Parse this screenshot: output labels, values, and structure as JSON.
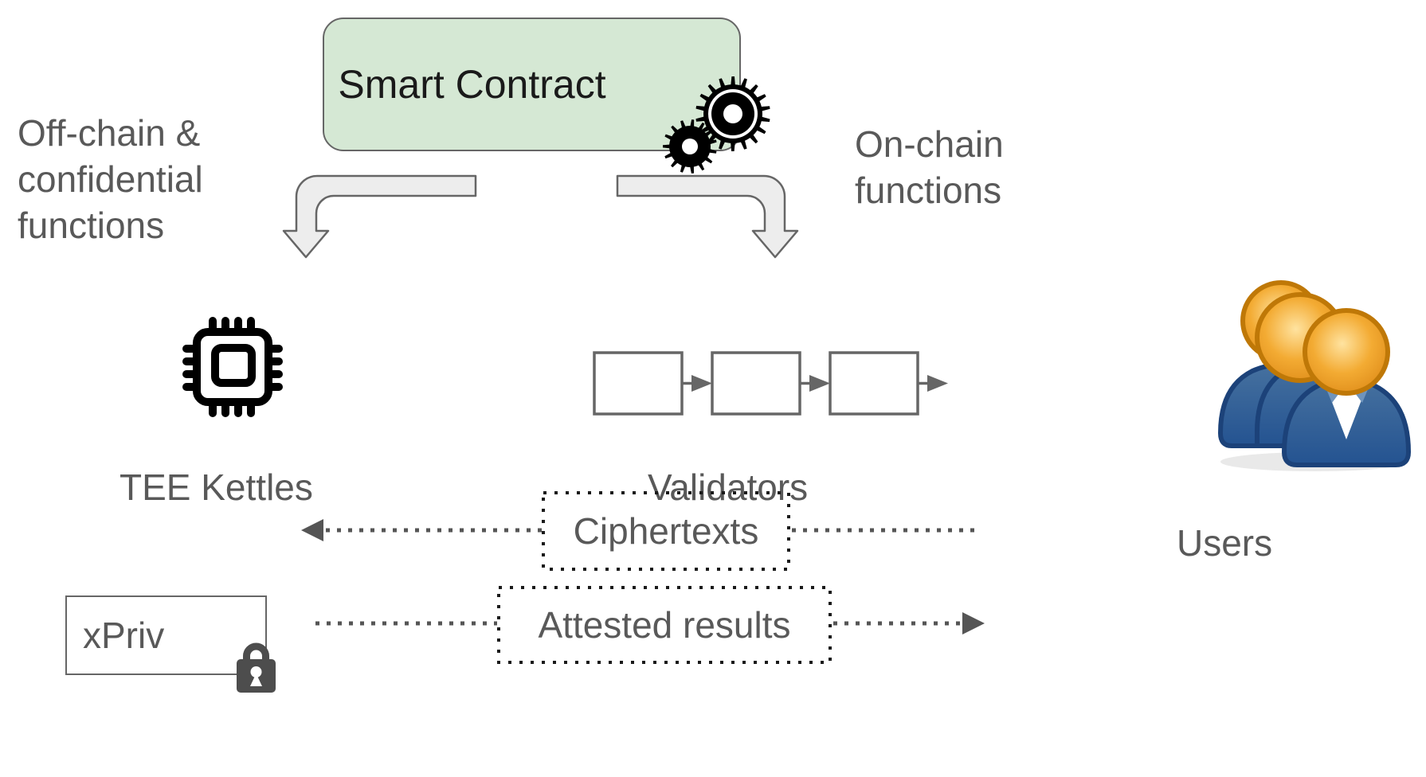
{
  "diagram": {
    "smart_contract": {
      "label": "Smart Contract"
    },
    "off_chain": {
      "lines": [
        "Off-chain &",
        "confidential",
        "functions"
      ]
    },
    "on_chain": {
      "lines": [
        "On-chain",
        "functions"
      ]
    },
    "tee": {
      "label": "TEE Kettles"
    },
    "validators": {
      "label": "Validators",
      "block_count": 3
    },
    "users": {
      "label": "Users"
    },
    "xpriv": {
      "label": "xPriv"
    },
    "flows": {
      "ciphertexts": {
        "label": "Ciphertexts",
        "direction": "right-to-left"
      },
      "attested_results": {
        "label": "Attested results",
        "direction": "left-to-right"
      }
    },
    "icons": {
      "gears": "gears-icon",
      "chip": "cpu-chip-icon",
      "lock": "padlock-icon",
      "users": "users-icon",
      "blockchain": "block-chain-icon"
    },
    "colors": {
      "contract_fill": "#d5e8d4",
      "node_border": "#666666",
      "label_gray": "#595959",
      "arrow_fill": "#ededed",
      "dotted_border": "#1a1a1a",
      "flow_line": "#555555",
      "gear_black": "#000000",
      "lock_gray": "#4d4d4d",
      "head_orange": "#f0a52c",
      "body_blue": "#2a5f9e"
    }
  }
}
